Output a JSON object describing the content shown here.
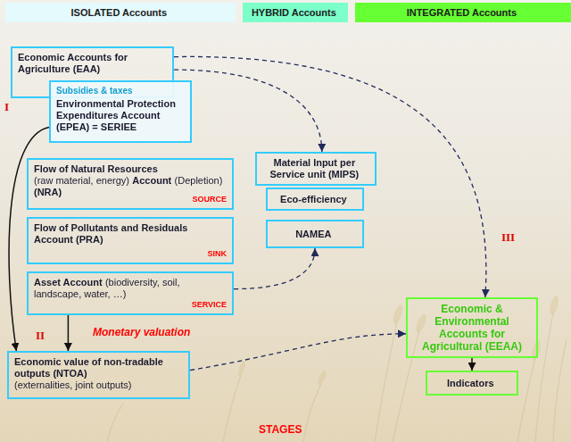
{
  "diagram": {
    "nodes": [
      {
        "text": [
          "ISOLATED Accounts"
        ]
      },
      {
        "text": [
          "HYBRID Accounts"
        ]
      },
      {
        "text": [
          "INTEGRATED Accounts"
        ]
      },
      {
        "text": [
          "Economic Accounts for Agriculture (EAA)"
        ]
      },
      {
        "text": [
          "Subsidies & taxes",
          "Environmental Protection Expenditures Account (EPEA) = SERIEE"
        ]
      },
      {
        "text": [
          "Flow of Natural Resources",
          "(raw material, energy)",
          "Account",
          "(Depletion)",
          "(NRA)",
          "SOURCE"
        ]
      },
      {
        "text": [
          "Flow of Pollutants and Residuals Account (PRA)",
          "SINK"
        ]
      },
      {
        "text": [
          "Asset Account",
          "(biodiversity, soil, landscape, water, …)",
          "SERVICE"
        ]
      },
      {
        "text": [
          "Economic value of non-tradable outputs (NTOA)",
          "(externalities, joint outputs)"
        ]
      },
      {
        "text": [
          "Material Input per Service unit (MIPS)"
        ]
      },
      {
        "text": [
          "Eco-efficiency"
        ]
      },
      {
        "text": [
          "NAMEA"
        ]
      },
      {
        "text": [
          "Economic & Environmental Accounts for Agricultural (EEAA)"
        ]
      },
      {
        "text": [
          "Indicators"
        ]
      }
    ],
    "edges": [
      {
        "from": 3,
        "to": 9,
        "arrow": "to"
      },
      {
        "from": 3,
        "to": 12,
        "arrow": "to"
      },
      {
        "from": 4,
        "to": 8,
        "arrow": "to"
      },
      {
        "from": 7,
        "to": 8,
        "arrow": "to"
      },
      {
        "from": 7,
        "to": 11,
        "arrow": "to"
      },
      {
        "from": 8,
        "to": 12,
        "arrow": "to"
      },
      {
        "from": 12,
        "to": 13,
        "arrow": "to"
      }
    ],
    "labels": [
      "I",
      "II",
      "III",
      "Monetary valuation",
      "STAGES"
    ]
  }
}
